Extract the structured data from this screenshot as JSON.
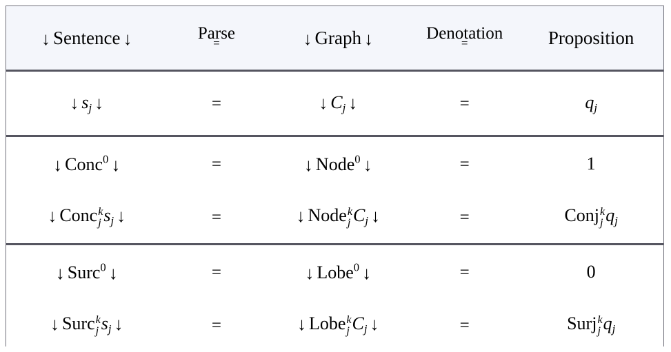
{
  "table": {
    "columns": [
      {
        "id": "sentence",
        "label": "Sentence",
        "arrow_left": "↓",
        "arrow_right": "↓",
        "style": "arrowed"
      },
      {
        "id": "parse",
        "label": "Parse",
        "under": "=",
        "style": "stacked"
      },
      {
        "id": "graph",
        "label": "Graph",
        "arrow_left": "↓",
        "arrow_right": "↓",
        "style": "arrowed"
      },
      {
        "id": "denotation",
        "label": "Denotation",
        "under": "=",
        "style": "stacked"
      },
      {
        "id": "proposition",
        "label": "Proposition",
        "style": "plain"
      }
    ],
    "groups": [
      {
        "id": "group-base",
        "rows": [
          {
            "id": "row-sj",
            "sentence": {
              "arrow_left": "↓",
              "base": "s",
              "italic": true,
              "sub": "j",
              "arrow_right": "↓"
            },
            "parse": "=",
            "graph": {
              "arrow_left": "↓",
              "base": "C",
              "italic": true,
              "sub": "j",
              "arrow_right": "↓"
            },
            "denotation": "=",
            "proposition": {
              "base": "q",
              "italic": true,
              "sub": "j"
            }
          }
        ]
      },
      {
        "id": "group-conc",
        "rows": [
          {
            "id": "row-conc-zero",
            "sentence": {
              "arrow_left": "↓",
              "base": "Conc",
              "italic": false,
              "sup": "0",
              "arrow_right": "↓"
            },
            "parse": "=",
            "graph": {
              "arrow_left": "↓",
              "base": "Node",
              "italic": false,
              "sup": "0",
              "arrow_right": "↓"
            },
            "denotation": "=",
            "proposition": {
              "base": "1",
              "italic": false
            }
          },
          {
            "id": "row-conc-k",
            "sentence": {
              "arrow_left": "↓",
              "base": "Conc",
              "italic": false,
              "sup": "k",
              "sub": "j",
              "tail": "s",
              "tail_italic": true,
              "tail_sub": "j",
              "arrow_right": "↓"
            },
            "parse": "=",
            "graph": {
              "arrow_left": "↓",
              "base": "Node",
              "italic": false,
              "sup": "k",
              "sub": "j",
              "tail": "C",
              "tail_italic": true,
              "tail_sub": "j",
              "arrow_right": "↓"
            },
            "denotation": "=",
            "proposition": {
              "base": "Conj",
              "italic": false,
              "sup": "k",
              "sub": "j",
              "tail": "q",
              "tail_italic": true,
              "tail_sub": "j"
            }
          }
        ]
      },
      {
        "id": "group-surc",
        "rows": [
          {
            "id": "row-surc-zero",
            "sentence": {
              "arrow_left": "↓",
              "base": "Surc",
              "italic": false,
              "sup": "0",
              "arrow_right": "↓"
            },
            "parse": "=",
            "graph": {
              "arrow_left": "↓",
              "base": "Lobe",
              "italic": false,
              "sup": "0",
              "arrow_right": "↓"
            },
            "denotation": "=",
            "proposition": {
              "base": "0",
              "italic": false
            }
          },
          {
            "id": "row-surc-k",
            "sentence": {
              "arrow_left": "↓",
              "base": "Surc",
              "italic": false,
              "sup": "k",
              "sub": "j",
              "tail": "s",
              "tail_italic": true,
              "tail_sub": "j",
              "arrow_right": "↓"
            },
            "parse": "=",
            "graph": {
              "arrow_left": "↓",
              "base": "Lobe",
              "italic": false,
              "sup": "k",
              "sub": "j",
              "tail": "C",
              "tail_italic": true,
              "tail_sub": "j",
              "arrow_right": "↓"
            },
            "denotation": "=",
            "proposition": {
              "base": "Surj",
              "italic": false,
              "sup": "k",
              "sub": "j",
              "tail": "q",
              "tail_italic": true,
              "tail_sub": "j"
            }
          }
        ]
      }
    ]
  },
  "colors": {
    "header_background": "#f4f6fb",
    "body_background": "#ffffff",
    "rule": "#555560",
    "frame_border": "#6e6e78",
    "text": "#000000"
  }
}
